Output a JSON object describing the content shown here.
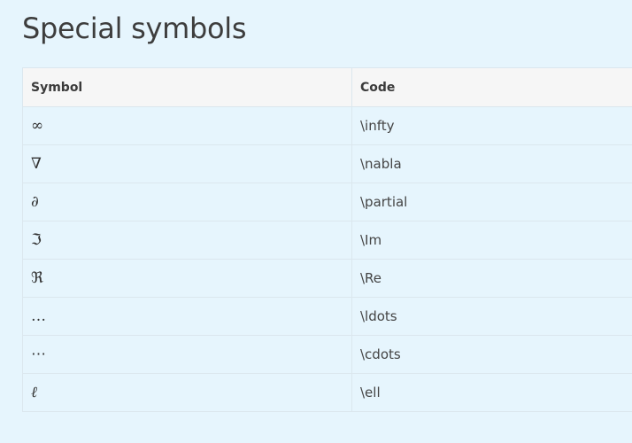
{
  "page": {
    "title": "Special symbols"
  },
  "table": {
    "headers": [
      "Symbol",
      "Code"
    ],
    "rows": [
      {
        "symbol": "∞",
        "code": "\\infty"
      },
      {
        "symbol": "∇",
        "code": "\\nabla"
      },
      {
        "symbol": "∂",
        "code": "\\partial"
      },
      {
        "symbol": "ℑ",
        "code": "\\Im"
      },
      {
        "symbol": "ℜ",
        "code": "\\Re"
      },
      {
        "symbol": "…",
        "code": "\\ldots"
      },
      {
        "symbol": "⋯",
        "code": "\\cdots"
      },
      {
        "symbol": "ℓ",
        "code": "\\ell"
      }
    ]
  }
}
